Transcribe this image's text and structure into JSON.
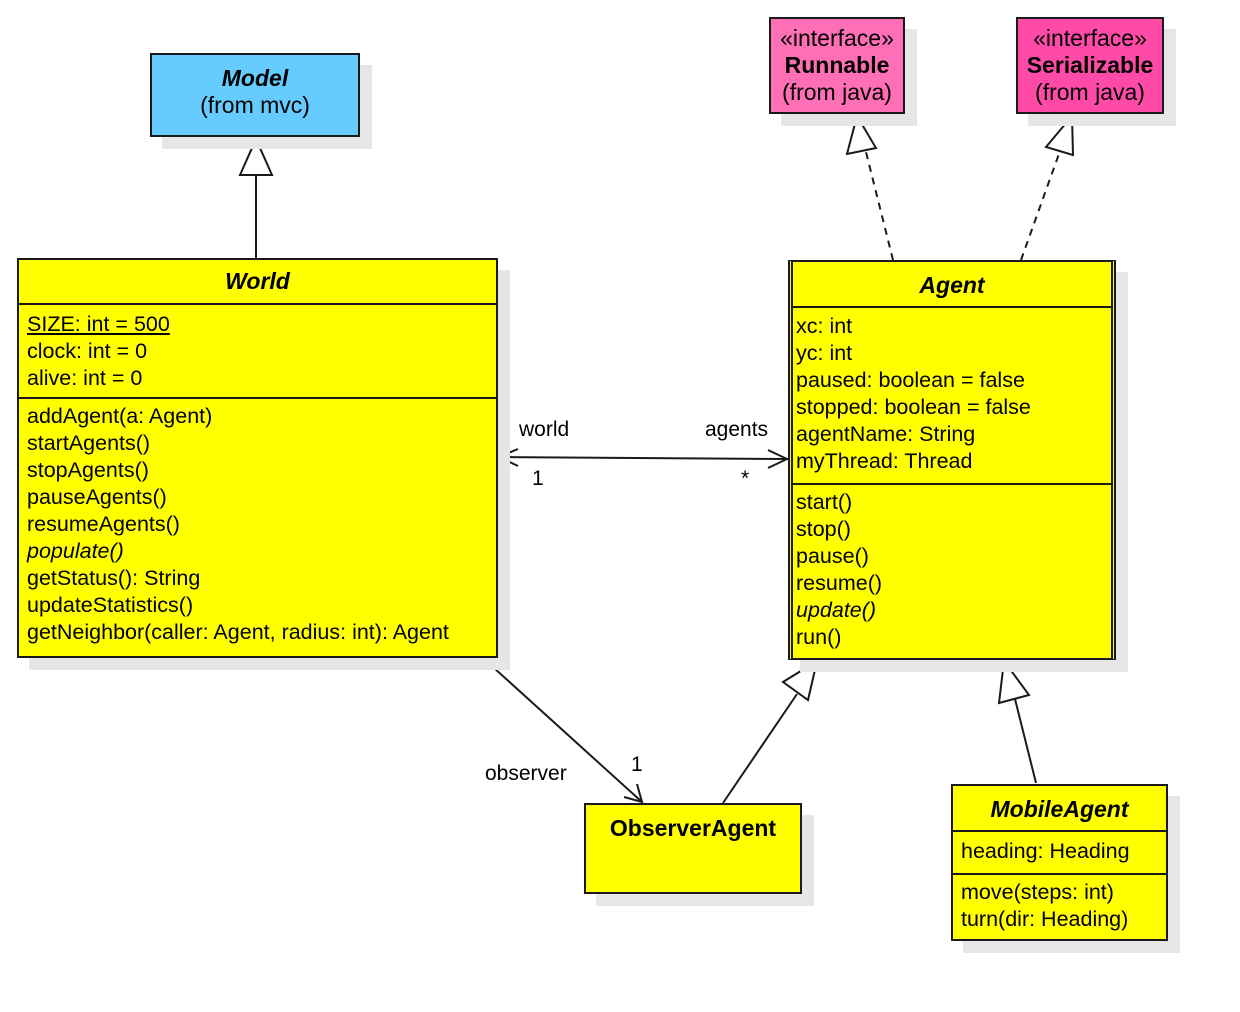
{
  "model": {
    "name": "Model",
    "source": "(from mvc)"
  },
  "runnable": {
    "stereotype": "«interface»",
    "name": "Runnable",
    "source": "(from java)"
  },
  "serializable": {
    "stereotype": "«interface»",
    "name": "Serializable",
    "source": "(from java)"
  },
  "world": {
    "name": "World",
    "attributes": [
      "SIZE: int = 500",
      "clock: int = 0",
      "alive: int = 0"
    ],
    "operations": [
      "addAgent(a: Agent)",
      "startAgents()",
      "stopAgents()",
      "pauseAgents()",
      "resumeAgents()",
      "populate()",
      "getStatus(): String",
      "updateStatistics()",
      "getNeighbor(caller: Agent, radius: int): Agent"
    ]
  },
  "agent": {
    "name": "Agent",
    "attributes": [
      "xc: int",
      "yc: int",
      "paused: boolean = false",
      "stopped: boolean = false",
      "agentName: String",
      "myThread: Thread"
    ],
    "operations": [
      "start()",
      "stop()",
      "pause()",
      "resume()",
      "update()",
      "run()"
    ]
  },
  "observerAgent": {
    "name": "ObserverAgent"
  },
  "mobileAgent": {
    "name": "MobileAgent",
    "attributes": [
      "heading: Heading"
    ],
    "operations": [
      "move(steps: int)",
      "turn(dir: Heading)"
    ]
  },
  "labels": {
    "world_role": "world",
    "agents_role": "agents",
    "world_mult": "1",
    "agents_mult": "*",
    "observer_role": "observer",
    "observer_mult": "1"
  },
  "colors": {
    "class_fill": "#ffff00",
    "model_fill": "#66ccff",
    "runnable_fill": "#ff6fb5",
    "serializable_fill": "#ff4aa8",
    "line": "#1a1a1a"
  }
}
